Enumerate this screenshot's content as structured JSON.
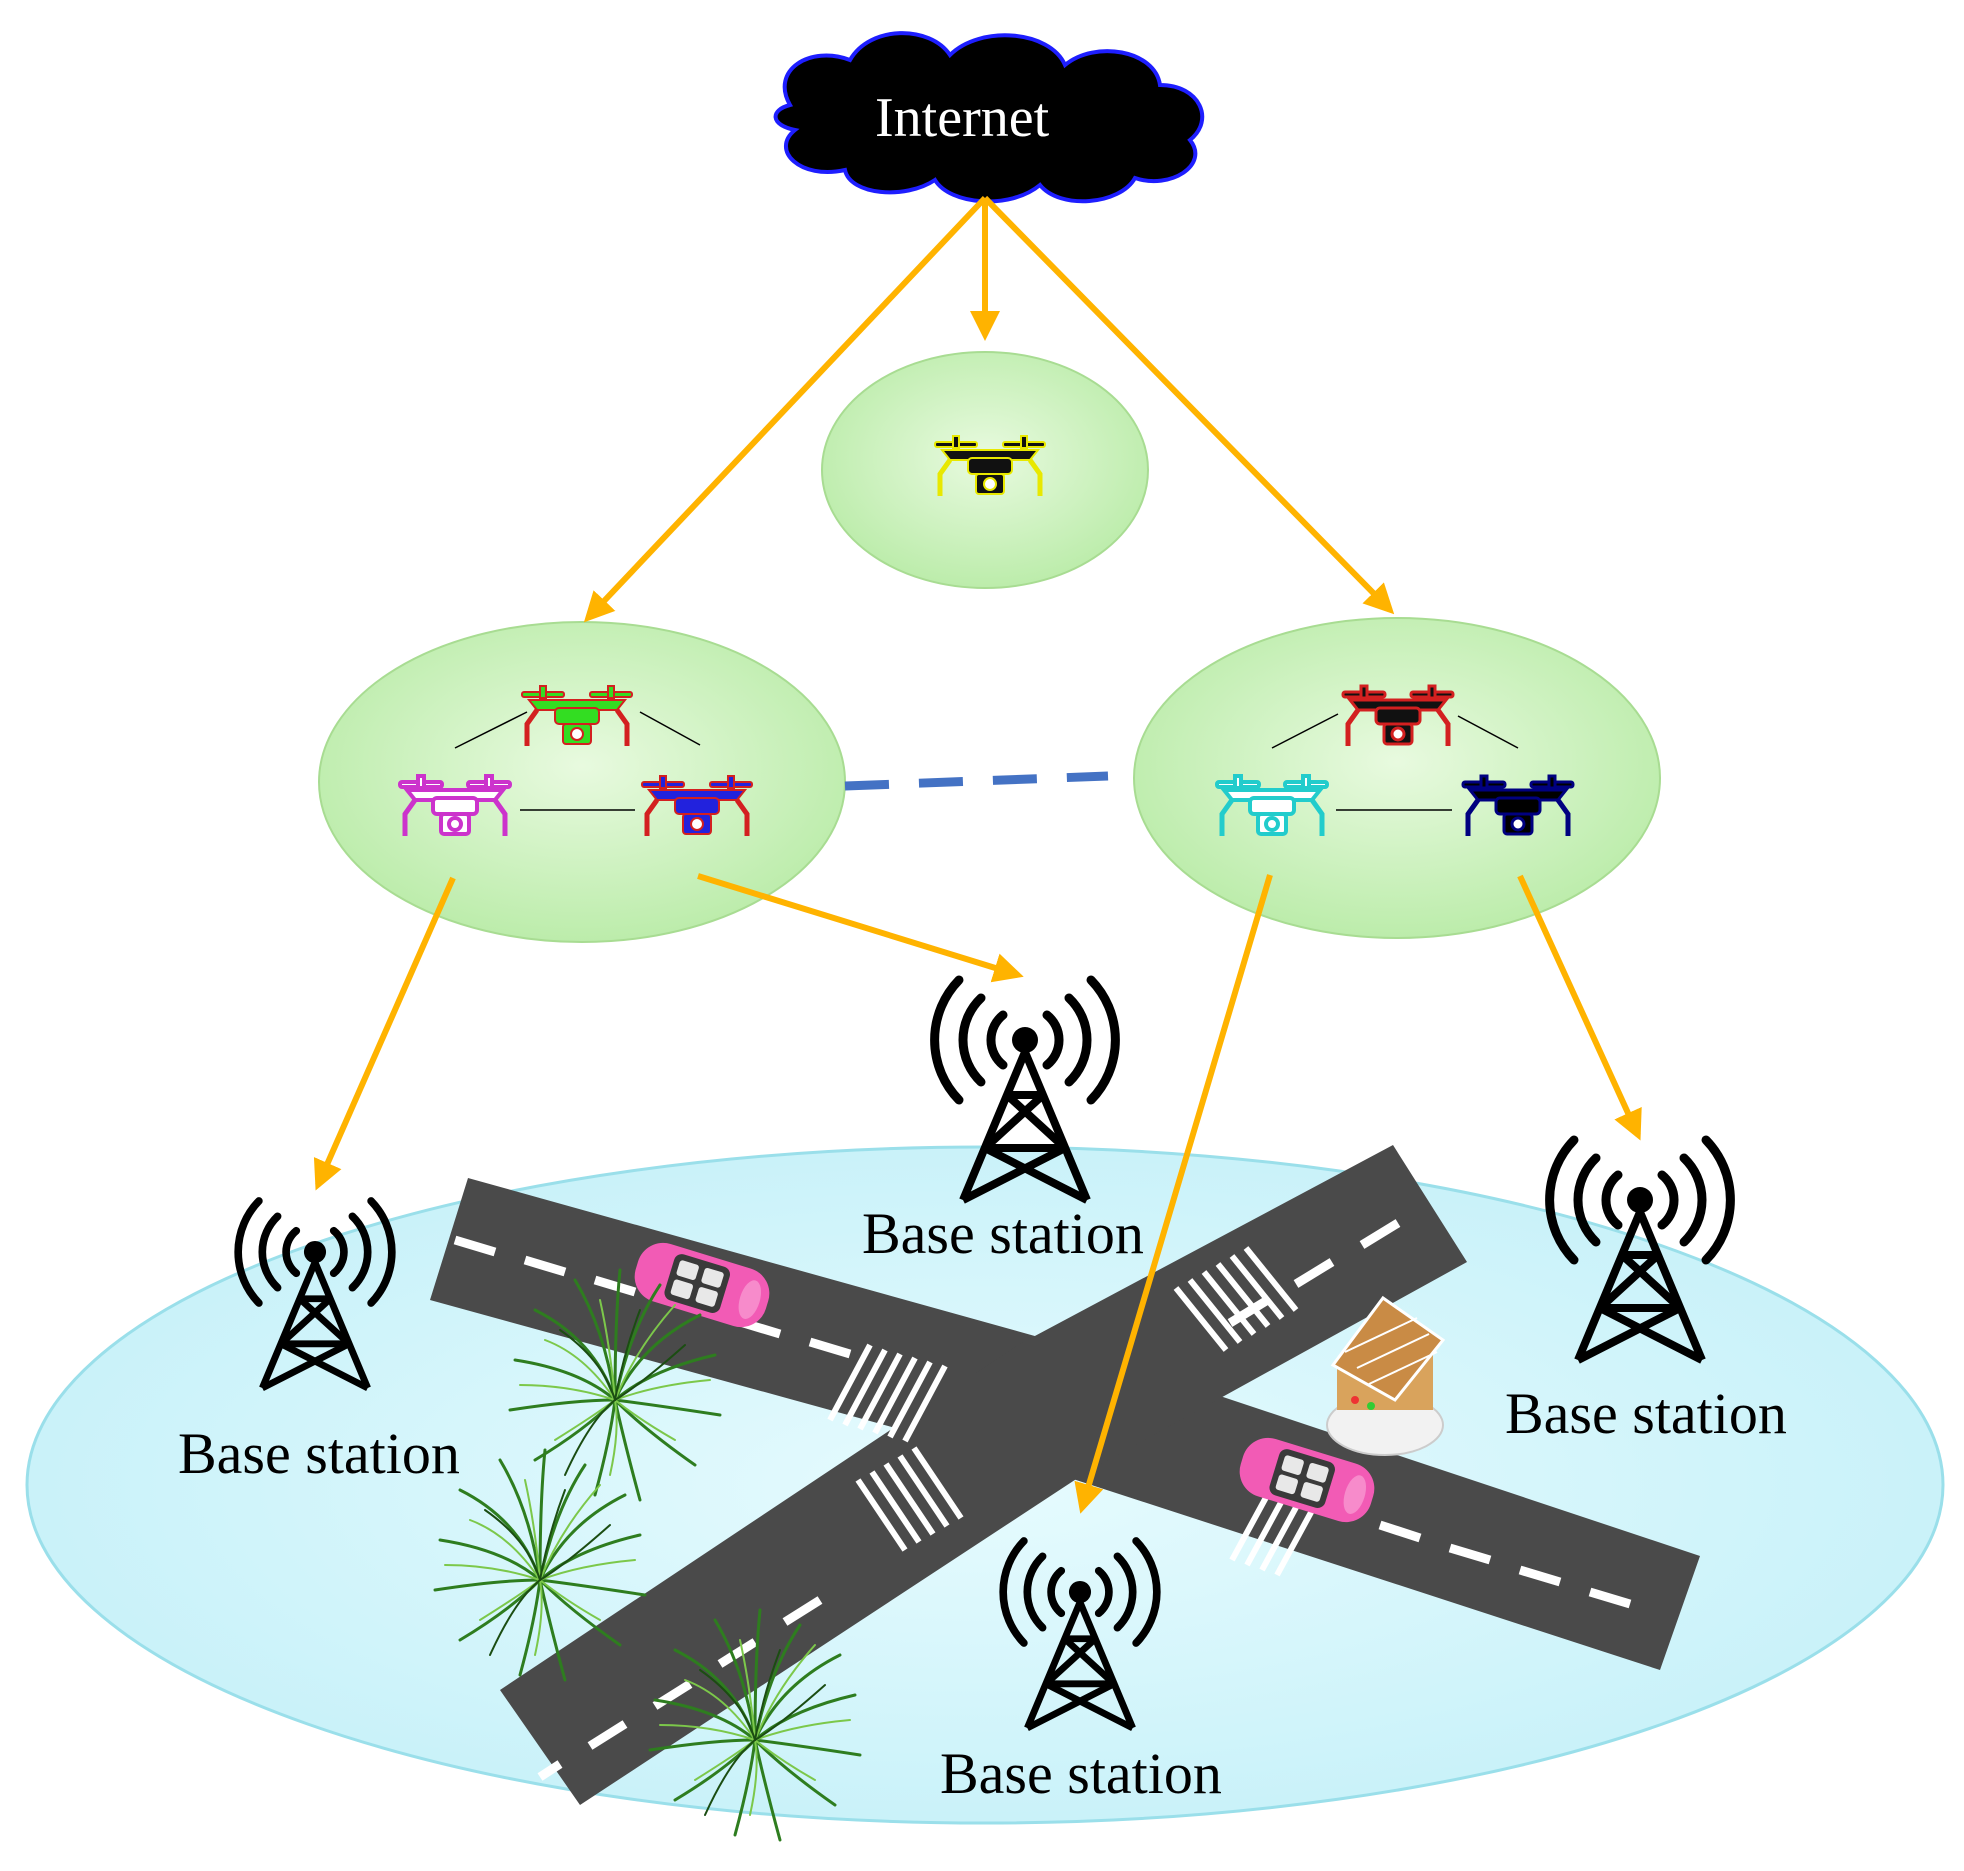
{
  "internet": {
    "label": "Internet"
  },
  "base_stations": [
    {
      "label": "Base station"
    },
    {
      "label": "Base station"
    },
    {
      "label": "Base station"
    },
    {
      "label": "Base station"
    }
  ],
  "colors": {
    "arrow": "#FFB300",
    "cloud_fill": "#000000",
    "cloud_outline": "#1E1EFF",
    "uav_cluster_fill": "#C8F0B4",
    "ground_area_fill": "#D2F6FA",
    "road": "#4A4A4A",
    "link_dashed": "#4472C4",
    "car": "#F25BB5",
    "drone_top": "#000000",
    "drone_left_cluster": [
      "#33DD22",
      "#CC33CC",
      "#2222DD"
    ],
    "drone_right_cluster": [
      "#000000",
      "#22CCCC",
      "#000080"
    ]
  },
  "icons": [
    "drone-icon",
    "tower-icon",
    "car-icon",
    "house-icon",
    "grass-icon",
    "cloud-icon"
  ]
}
